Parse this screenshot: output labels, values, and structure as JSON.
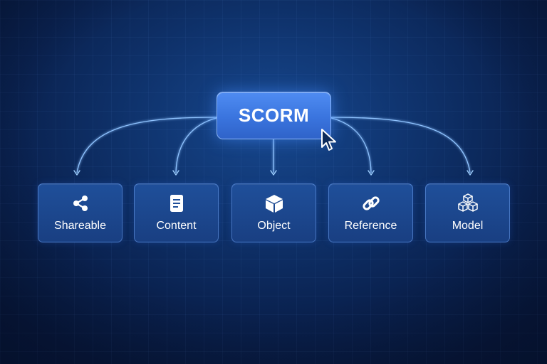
{
  "diagram": {
    "root": {
      "label": "SCORM"
    },
    "children": [
      {
        "label": "Shareable",
        "icon": "share-icon"
      },
      {
        "label": "Content",
        "icon": "document-icon"
      },
      {
        "label": "Object",
        "icon": "cube-icon"
      },
      {
        "label": "Reference",
        "icon": "link-icon"
      },
      {
        "label": "Model",
        "icon": "stacked-cubes-icon"
      }
    ],
    "edges": [
      {
        "from": "SCORM",
        "to": "Shareable"
      },
      {
        "from": "SCORM",
        "to": "Content"
      },
      {
        "from": "SCORM",
        "to": "Object"
      },
      {
        "from": "SCORM",
        "to": "Reference"
      },
      {
        "from": "SCORM",
        "to": "Model"
      }
    ]
  },
  "colors": {
    "background": "#0f336d",
    "root_fill": "#3a74de",
    "node_fill": "#1f4f9a",
    "connector": "#8fc3ff",
    "text": "#ffffff"
  },
  "pointer": {
    "icon": "mouse-pointer-icon"
  }
}
